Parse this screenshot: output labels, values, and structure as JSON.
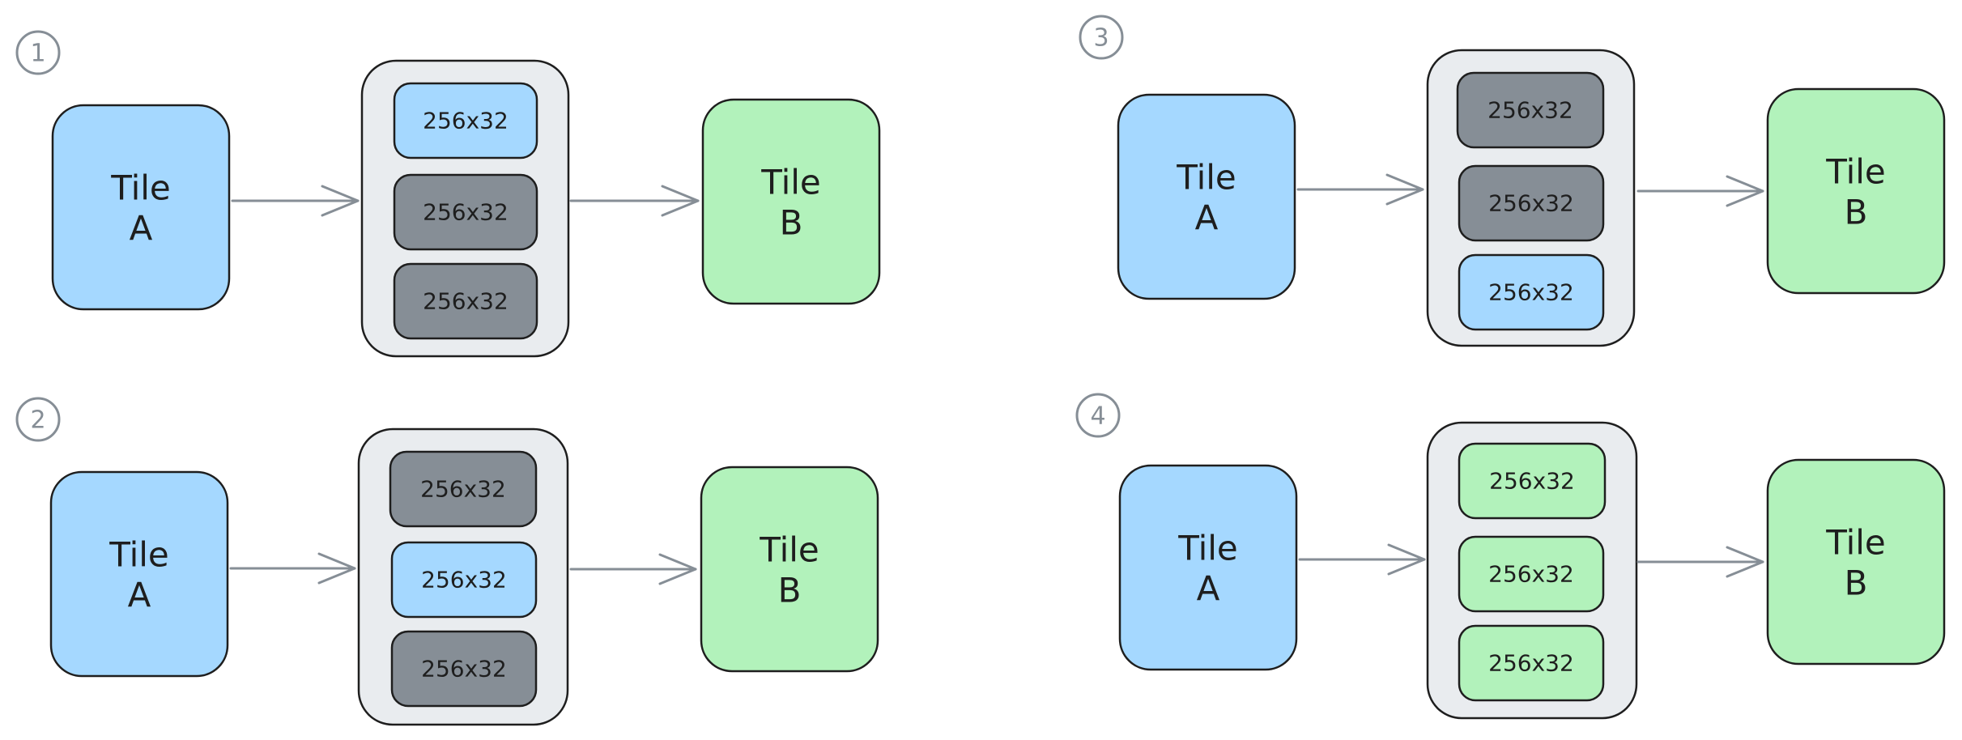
{
  "colors": {
    "tile_a": "#a5d8ff",
    "tile_b": "#b2f2bb",
    "buffer_container": "#e9ecef",
    "slot_idle": "#868e96",
    "slot_loaded_a": "#a5d8ff",
    "slot_loaded_b": "#b2f2bb",
    "stroke": "#1e1e1e",
    "arrow": "#868e96",
    "step_circle": "#868e96"
  },
  "panels": [
    {
      "step": "1",
      "tile_a": {
        "line1": "Tile",
        "line2": "A"
      },
      "tile_b": {
        "line1": "Tile",
        "line2": "B"
      },
      "slots": [
        {
          "label": "256x32",
          "state": "a"
        },
        {
          "label": "256x32",
          "state": "idle"
        },
        {
          "label": "256x32",
          "state": "idle"
        }
      ]
    },
    {
      "step": "2",
      "tile_a": {
        "line1": "Tile",
        "line2": "A"
      },
      "tile_b": {
        "line1": "Tile",
        "line2": "B"
      },
      "slots": [
        {
          "label": "256x32",
          "state": "idle"
        },
        {
          "label": "256x32",
          "state": "a"
        },
        {
          "label": "256x32",
          "state": "idle"
        }
      ]
    },
    {
      "step": "3",
      "tile_a": {
        "line1": "Tile",
        "line2": "A"
      },
      "tile_b": {
        "line1": "Tile",
        "line2": "B"
      },
      "slots": [
        {
          "label": "256x32",
          "state": "idle"
        },
        {
          "label": "256x32",
          "state": "idle"
        },
        {
          "label": "256x32",
          "state": "a"
        }
      ]
    },
    {
      "step": "4",
      "tile_a": {
        "line1": "Tile",
        "line2": "A"
      },
      "tile_b": {
        "line1": "Tile",
        "line2": "B"
      },
      "slots": [
        {
          "label": "256x32",
          "state": "b"
        },
        {
          "label": "256x32",
          "state": "b"
        },
        {
          "label": "256x32",
          "state": "b"
        }
      ]
    }
  ]
}
